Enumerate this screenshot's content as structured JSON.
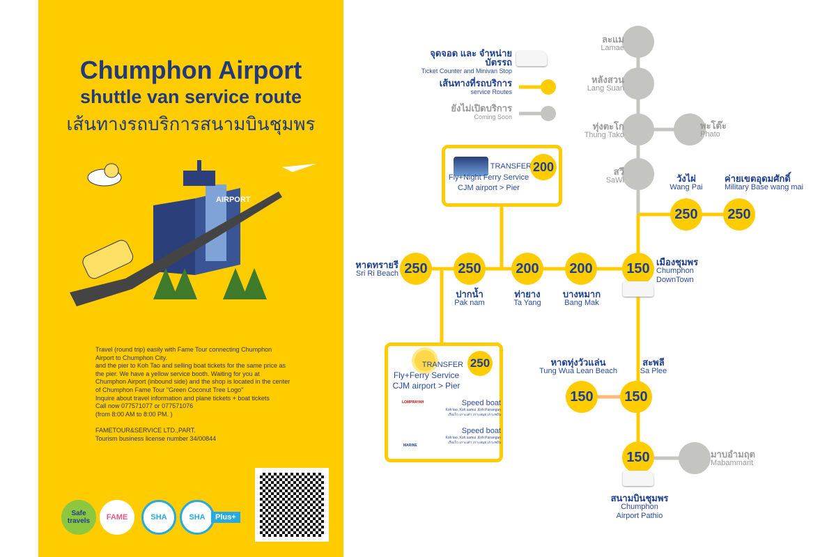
{
  "title": {
    "line1": "Chumphon Airport",
    "line2": "shuttle van service route",
    "line3": "เส้นทางรถบริการสนามบินชุมพร"
  },
  "airport_sign": "AIRPORT",
  "description": [
    "Travel (round trip) easily with Fame Tour connecting Chumphon Airport to Chumphon City.",
    "and the pier to Koh Tao and selling boat tickets for the same price as the pier. We have a yellow service booth. Waiting for you at Chumphon Airport (inbound side) and the shop is located in the center of Chumphon Fame Tour \"Green Coconut Tree Logo\"",
    "Inquire about travel information and plane tickets + boat tickets",
    "Call now 077571077 or 077571076",
    "(from 8:00 AM to 8:00 PM. )",
    "FAMETOUR&SERVICE LTD.,PART.",
    "Tourism business license number 34/00844"
  ],
  "badges": {
    "safe": "Safe travels",
    "fame": "FAME",
    "sha": "SHA",
    "sha_plus": "SHA",
    "plus": "Plus+"
  },
  "legend": {
    "stop_th": "จุดจอด และ จำหน่ายบัตรรถ",
    "stop_en": "Ticket Counter and Minivan Stop",
    "route_th": "เส้นทางที่รถบริการ",
    "route_en": "service Routes",
    "soon_th": "ยังไม่เปิดบริการ",
    "soon_en": "Coming Soon"
  },
  "colors": {
    "yellow": "#FFCC00",
    "gray": "#c4c4c1",
    "navy": "#1f3f8f",
    "orange": "#F9B97A"
  },
  "stations": {
    "lamae": {
      "th": "ละแม",
      "en": "Lamae"
    },
    "langsuan": {
      "th": "หลังสวน",
      "en": "Lang Suan"
    },
    "thungtako": {
      "th": "ทุ่งตะโก",
      "en": "Thung Tako"
    },
    "phato": {
      "th": "พะโต๊ะ",
      "en": "Phato"
    },
    "sawi": {
      "th": "สวี",
      "en": "SaWi"
    },
    "wangpai": {
      "th": "วังไผ่",
      "en": "Wang Pai",
      "price": "250"
    },
    "military": {
      "th": "ค่ายเขตอุดมศักดิ์",
      "en": "Military Base wang mai",
      "price": "250"
    },
    "sriri": {
      "th": "หาดทรายรี",
      "en": "Sri Ri Beach",
      "price": "250"
    },
    "paknam": {
      "th": "ปากน้ำ",
      "en": "Pak nam",
      "price": "250"
    },
    "tayang": {
      "th": "ท่ายาง",
      "en": "Ta Yang",
      "price": "200"
    },
    "bangmak": {
      "th": "บางหมาก",
      "en": "Bang Mak",
      "price": "200"
    },
    "downtown": {
      "th": "เมืองชุมพร",
      "en1": "Chumphon",
      "en2": "DownTown",
      "price": "150"
    },
    "tungwua": {
      "th": "หาดทุ่งวัวแล่น",
      "en": "Tung Wua Lean Beach",
      "price": "150"
    },
    "saplee": {
      "th": "สะพลี",
      "en": "Sa Plee",
      "price": "150"
    },
    "mabammarit": {
      "th": "มาบอำมฤต",
      "en": "Mabammarit"
    },
    "airport": {
      "th": "สนามบินชุมพร",
      "en1": "Chumphon",
      "en2": "Airport Pathio",
      "price": "150"
    }
  },
  "night_ferry": {
    "transfer": "TRANSFER",
    "service": "Fly+Night Ferry Service",
    "route": "CJM airport > Pier",
    "price": "200"
  },
  "ferry": {
    "transfer": "TRANSFER",
    "service": "Fly+Ferry Service",
    "route": "CJM airport > Pier",
    "price": "250",
    "boats": [
      {
        "logo": "LOMPRAYAH",
        "name": "Speed boat",
        "en": "Koh tao ,Koh samui ,Koh Panangan",
        "th": "เรือเร็ว เกาะเต่า เกาะสมุย เกาะพงัน"
      },
      {
        "logo": "MARINE",
        "name": "Speed boat",
        "en": "Koh tao ,Koh samui ,Koh Panangan",
        "th": "เรือเร็ว เกาะเต่า เกาะสมุย เกาะพงัน"
      }
    ]
  }
}
